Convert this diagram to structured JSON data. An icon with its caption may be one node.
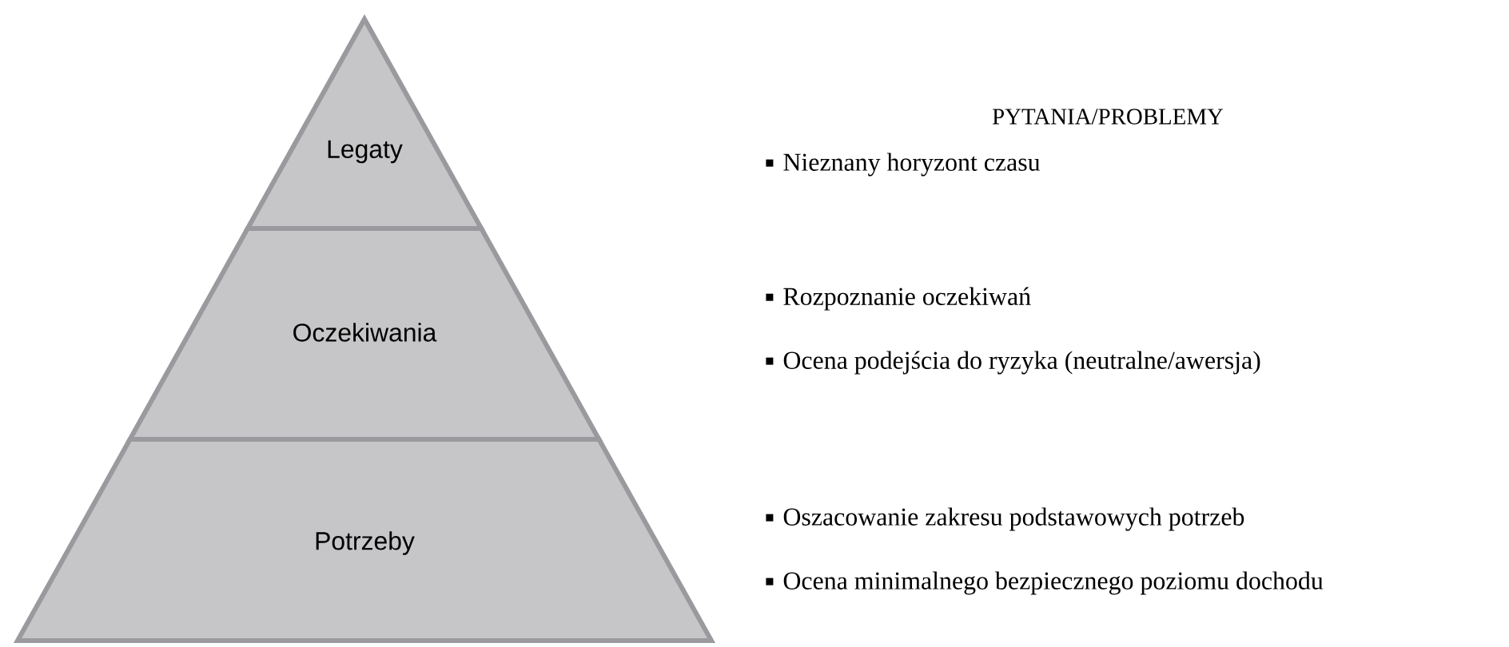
{
  "diagram": {
    "nodes": [
      {
        "text": [
          "Legaty"
        ]
      },
      {
        "text": [
          "Oczekiwania"
        ]
      },
      {
        "text": [
          "Potrzeby"
        ]
      }
    ],
    "labels": [
      "PYTANIA/PROBLEMY",
      "Nieznany horyzont czasu",
      "Rozpoznanie oczekiwań",
      "Ocena podejścia do ryzyka (neutralne/awersja)",
      "Oszacowanie zakresu podstawowych potrzeb",
      "Ocena minimalnego bezpiecznego poziomu dochodu"
    ]
  }
}
